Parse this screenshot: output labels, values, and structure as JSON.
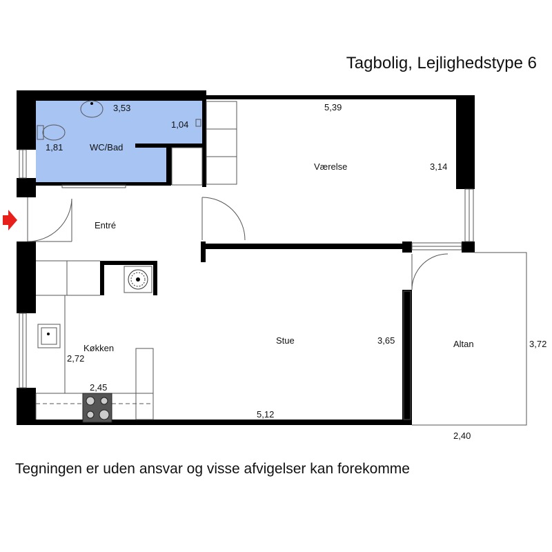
{
  "title": "Tagbolig, Lejlighedstype 6",
  "disclaimer": "Tegningen er uden ansvar og visse afvigelser kan forekomme",
  "colors": {
    "wall": "#000000",
    "bathroom_fill": "#a7c4f2",
    "entry_arrow": "#e8201c",
    "line": "#555555"
  },
  "rooms": {
    "wc_bad": {
      "name": "WC/Bad",
      "dims": [
        "3,53",
        "1,04",
        "1,81"
      ]
    },
    "vaerelse": {
      "name": "Værelse",
      "dims": [
        "5,39",
        "3,14"
      ]
    },
    "entre": {
      "name": "Entré"
    },
    "koekken": {
      "name": "Køkken",
      "dims": [
        "2,72",
        "2,45"
      ]
    },
    "stue": {
      "name": "Stue",
      "dims": [
        "3,65",
        "5,12"
      ]
    },
    "altan": {
      "name": "Altan",
      "dims": [
        "3,72",
        "2,40"
      ]
    }
  }
}
